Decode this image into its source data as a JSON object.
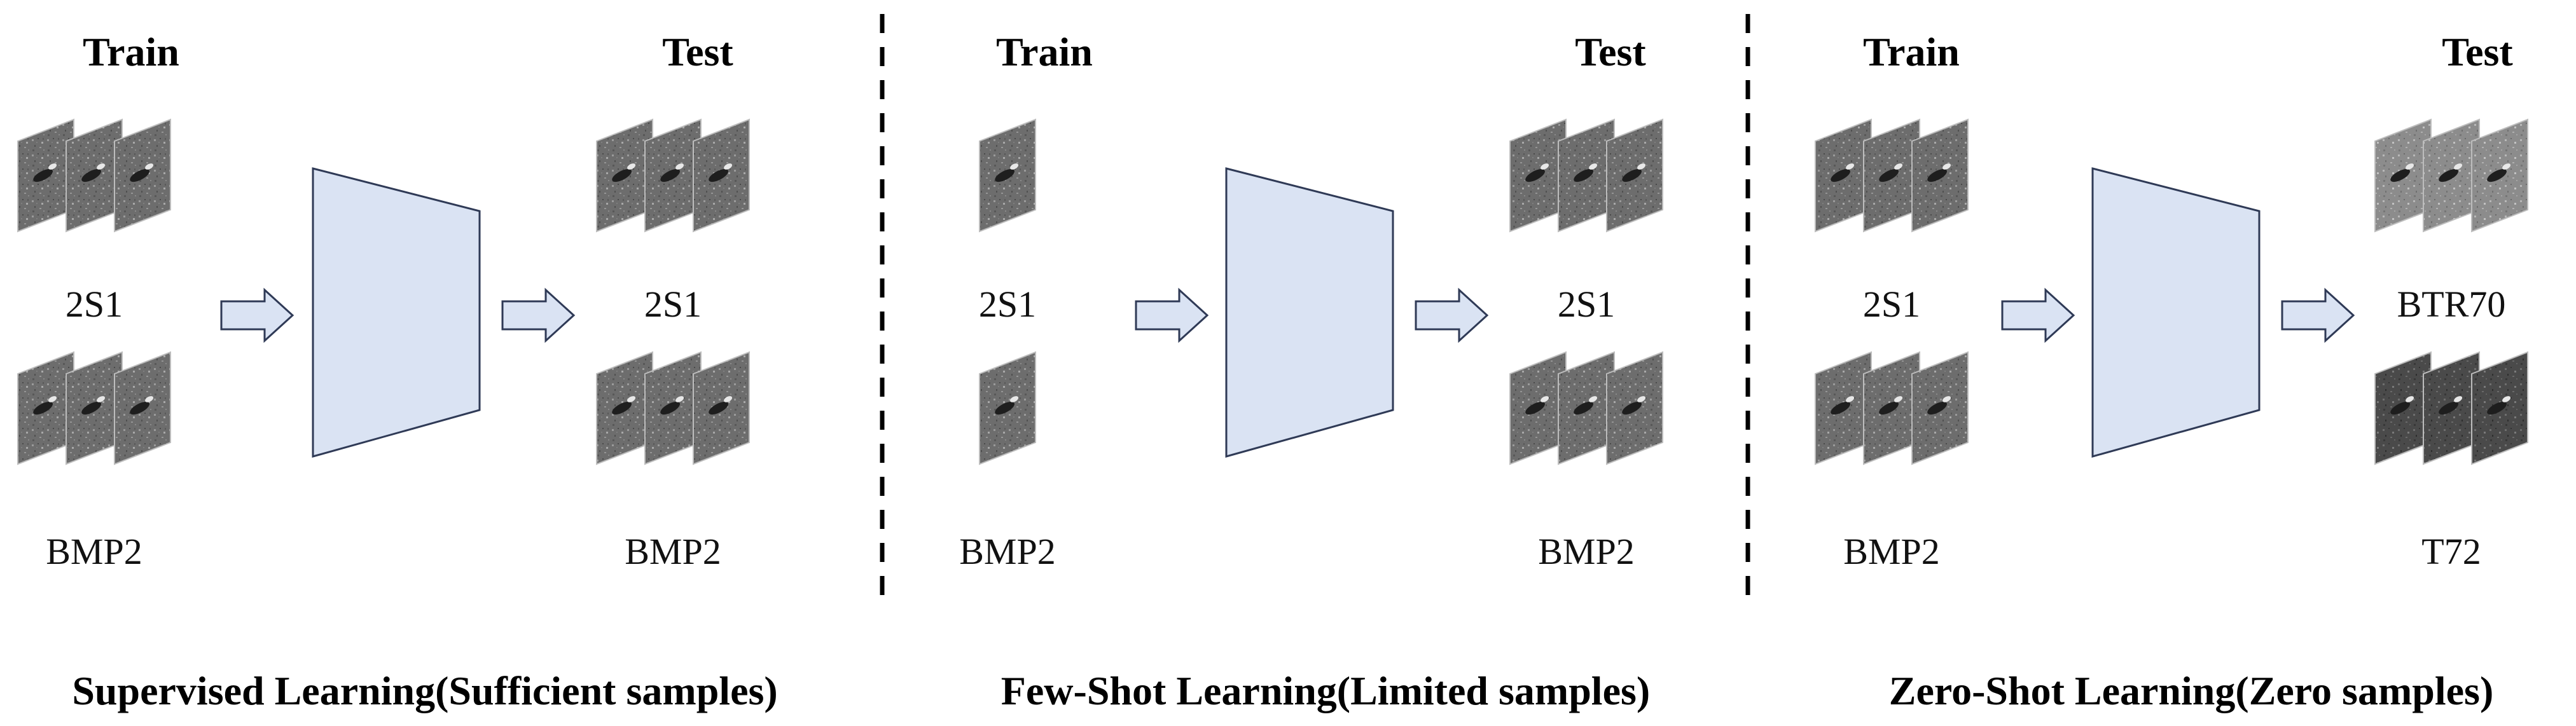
{
  "colors": {
    "model_fill": "#dae3f3",
    "model_stroke": "#2f3a56",
    "arrow_fill": "#dae3f3",
    "divider": "#000000"
  },
  "panels": [
    {
      "train_heading": "Train",
      "test_heading": "Test",
      "train_classes": [
        "2S1",
        "BMP2"
      ],
      "test_classes": [
        "2S1",
        "BMP2"
      ],
      "train_samples_per_class": 3,
      "caption": "Supervised Learning(Sufficient samples)"
    },
    {
      "train_heading": "Train",
      "test_heading": "Test",
      "train_classes": [
        "2S1",
        "BMP2"
      ],
      "test_classes": [
        "2S1",
        "BMP2"
      ],
      "train_samples_per_class": 1,
      "caption": "Few-Shot Learning(Limited samples)"
    },
    {
      "train_heading": "Train",
      "test_heading": "Test",
      "train_classes": [
        "2S1",
        "BMP2"
      ],
      "test_classes": [
        "BTR70",
        "T72"
      ],
      "train_samples_per_class": 3,
      "caption": "Zero-Shot Learning(Zero samples)"
    }
  ]
}
